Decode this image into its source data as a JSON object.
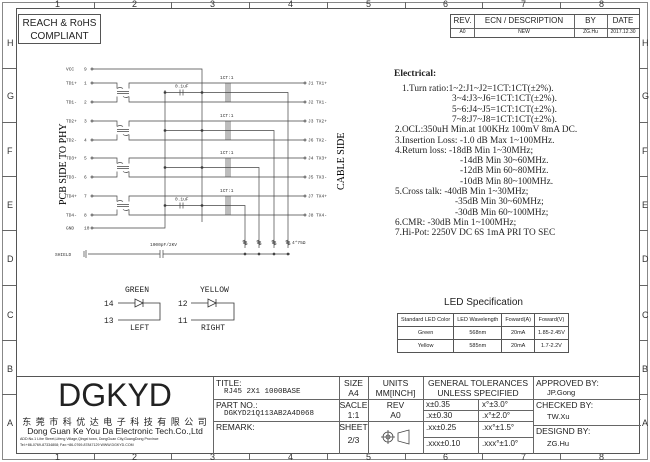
{
  "zones": {
    "cols": [
      "1",
      "2",
      "3",
      "4",
      "5",
      "6",
      "7",
      "8"
    ],
    "rows": [
      "H",
      "G",
      "F",
      "E",
      "D",
      "C",
      "B",
      "A"
    ]
  },
  "compliance": {
    "line1": "REACH & RoHS",
    "line2": "COMPLIANT"
  },
  "revision": {
    "headers": [
      "REV.",
      "ECN / DESCRIPTION",
      "BY",
      "DATE"
    ],
    "row": [
      "A0",
      "NEW",
      "ZG.Hu",
      "2017.12.30"
    ]
  },
  "schematic": {
    "left_pins": [
      {
        "name": "VCC",
        "num": "9"
      },
      {
        "name": "TD1+",
        "num": "1"
      },
      {
        "name": "TD1-",
        "num": "2"
      },
      {
        "name": "TD2+",
        "num": "3"
      },
      {
        "name": "TD2-",
        "num": "4"
      },
      {
        "name": "TD3+",
        "num": "5"
      },
      {
        "name": "TD3-",
        "num": "6"
      },
      {
        "name": "TD4+",
        "num": "7"
      },
      {
        "name": "TD4-",
        "num": "8"
      },
      {
        "name": "GND",
        "num": "10"
      }
    ],
    "right_pins": [
      "J1 TX1+",
      "J2 TX1-",
      "J3 TX2+",
      "J6 TX2-",
      "J4 TX3+",
      "J5 TX3-",
      "J7 TX4+",
      "J8 TX4-"
    ],
    "ratio_label": "1CT:1",
    "cap_label": "0.1uF",
    "shield_label": "SHIELD",
    "shield_cap": "1000pF/2KV",
    "resistor_label": "4*75Ω",
    "pcb_side": "PCB SIDE TO PHY",
    "cable_side": "CABLE SIDE"
  },
  "electrical": {
    "title": "Electrical:",
    "lines": [
      "1.Turn ratio:1~2:J1~J2=1CT:1CT(±2%).",
      "3~4:J3~J6=1CT:1CT(±2%).",
      "5~6:J4~J5=1CT:1CT(±2%).",
      "7~8:J7~J8=1CT:1CT(±2%).",
      "2.OCL:350uH Min.at 100KHz 100mV 8mA DC.",
      "3.Insertion Loss: -1.0 dB Max 1~100MHz.",
      "4.Return loss: -18dB Min 1~30MHz;",
      "-14dB Min 30~60MHz.",
      "-12dB Min 60~80MHz.",
      "-10dB Min 80~100MHz.",
      "5.Cross talk: -40dB Min 1~30MHz;",
      "-35dB Min 30~60MHz;",
      "-30dB Min 60~100MHz;",
      "6.CMR: -30dB Min 1~100MHz;",
      "7.Hi-Pot: 2250V DC  6S 1mA PRI TO SEC"
    ]
  },
  "leds": {
    "green": {
      "color": "GREEN",
      "pin_a": "14",
      "pin_b": "13",
      "side": "LEFT"
    },
    "yellow": {
      "color": "YELLOW",
      "pin_a": "12",
      "pin_b": "11",
      "side": "RIGHT"
    }
  },
  "led_spec": {
    "title": "LED Specification",
    "headers": [
      "Standard LED Color",
      "LED Wavelength",
      "Foward(A)",
      "Foward(V)"
    ],
    "rows": [
      [
        "Green",
        "568nm",
        "20mA",
        "1.85-2.45V"
      ],
      [
        "Yellow",
        "585nm",
        "20mA",
        "1.7-2.2V"
      ]
    ]
  },
  "title_block": {
    "logo": "DGKYD",
    "company_cn": "东 莞 市 科 优 达 电 子 科 技 有 限 公 司",
    "company_en": "Dong Guan Ke You Da Electronic Tech.Co.,Ltd",
    "address": "ADD:No.1 Lihe Street,Lifeng Village,Qingxi town, DongGuan City,GuangDong Province",
    "contact": "Tel:+86-0769-87334808; Fax:+86-0769-87847129  WWW.DGKYD.COM",
    "title_label": "TITLE:",
    "title": "RJ45  2X1  1000BASE",
    "part_label": "PART NO.:",
    "part": "DGKYD21Q113AB2A4D068",
    "remark_label": "REMARK:",
    "size_label": "SIZE",
    "size": "A4",
    "scale_label": "SACLE",
    "scale": "1:1",
    "sheet_label": "SHEET",
    "sheet": "2/3",
    "units_label": "UNITS",
    "units": "MM[INCH]",
    "rev_label": "REV",
    "rev": "A0",
    "tol_title1": "GENERAL TOLERANCES",
    "tol_title2": "UNLESS SPECIFIED",
    "tolerances": [
      [
        "x±0.35",
        "x°±3.0°"
      ],
      [
        ".x±0.30",
        ".x°±2.0°"
      ],
      [
        ".xx±0.25",
        ".xx°±1.5°"
      ],
      [
        ".xxx±0.10",
        ".xxx°±1.0°"
      ]
    ],
    "approved_label": "APPROVED BY:",
    "approved": "JP.Gong",
    "checked_label": "CHECKED BY:",
    "checked": "TW.Xu",
    "designed_label": "DESIGND BY:",
    "designed": "ZG.Hu"
  }
}
